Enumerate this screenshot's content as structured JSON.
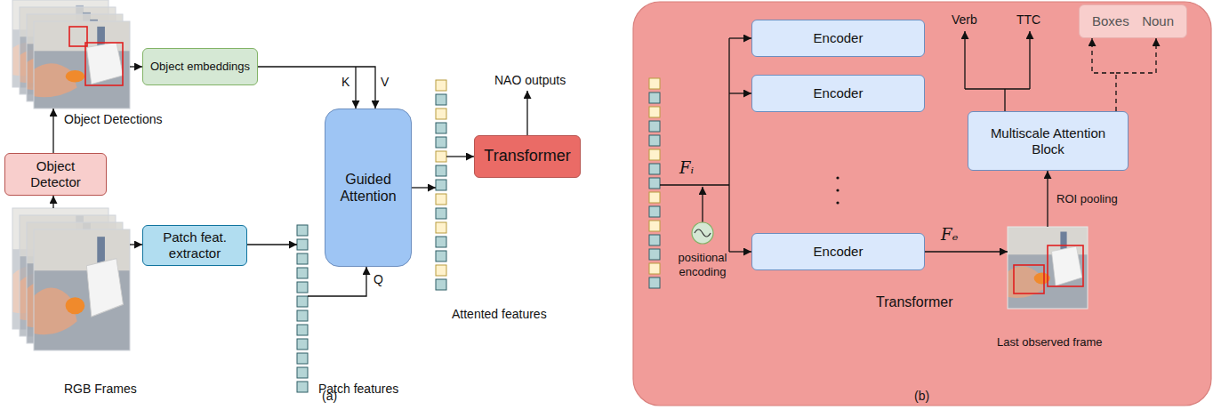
{
  "diagram": {
    "nodes": [
      {
        "text": [
          "Object Detections"
        ]
      },
      {
        "text": [
          "Object embeddings"
        ]
      },
      {
        "text": [
          "Object Detector"
        ]
      },
      {
        "text": [
          "RGB Frames"
        ]
      },
      {
        "text": [
          "Patch feat. extractor"
        ]
      },
      {
        "text": [
          "Patch features"
        ]
      },
      {
        "text": [
          "Guided Attention"
        ]
      },
      {
        "text": [
          "Attented features"
        ]
      },
      {
        "text": [
          "Transformer"
        ]
      },
      {
        "text": [
          "Transformer"
        ]
      },
      {
        "text": [
          "Encoder"
        ],
        "in": 9
      },
      {
        "text": [
          "Encoder"
        ],
        "in": 9
      },
      {
        "text": [
          "Encoder"
        ],
        "in": 9
      },
      {
        "text": [
          "positional encoding"
        ],
        "in": 9
      },
      {
        "text": [
          "Multiscale Attention Block"
        ],
        "in": 9
      },
      {
        "text": [
          "Boxes",
          "Noun"
        ],
        "in": 9
      },
      {
        "text": [
          "Last observed frame"
        ],
        "in": 9
      }
    ],
    "edges": [
      {
        "from": 2,
        "to": 0,
        "arrow": "to"
      },
      {
        "from": 0,
        "to": 1,
        "arrow": "to"
      },
      {
        "from": 3,
        "to": 2,
        "arrow": "to"
      },
      {
        "from": 3,
        "to": 4,
        "arrow": "to"
      },
      {
        "from": 4,
        "to": 5,
        "arrow": "to"
      },
      {
        "from": 5,
        "to": 6,
        "arrow": "to"
      },
      {
        "from": 1,
        "to": 6,
        "arrow": "to"
      },
      {
        "from": 6,
        "to": 7,
        "arrow": "to"
      },
      {
        "from": 7,
        "to": 8,
        "arrow": "to"
      },
      {
        "from": 12,
        "to": 16,
        "label": "Fₑ",
        "arrow": "to"
      },
      {
        "from": 16,
        "to": 14,
        "label": "ROI pooling",
        "arrow": "to"
      },
      {
        "from": 14,
        "to": 15,
        "arrow": "to"
      }
    ],
    "labels": [
      "K",
      "V",
      "Q",
      "NAO outputs",
      "(a)",
      "Fᵢ",
      "Verb",
      "TTC",
      "(b)"
    ]
  }
}
